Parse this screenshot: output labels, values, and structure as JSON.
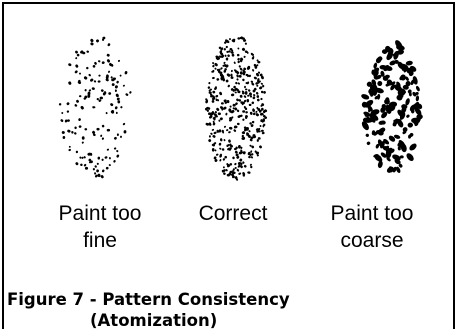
{
  "patterns": [
    {
      "id": "fine",
      "line1": "Paint too",
      "line2": "fine"
    },
    {
      "id": "correct",
      "line1": "Correct",
      "line2": ""
    },
    {
      "id": "coarse",
      "line1": "Paint too",
      "line2": "coarse"
    }
  ],
  "caption": {
    "line1": "Figure 7 - Pattern Consistency",
    "line2": "(Atomization)"
  },
  "colors": {
    "ink": "#000000",
    "background": "#ffffff"
  }
}
